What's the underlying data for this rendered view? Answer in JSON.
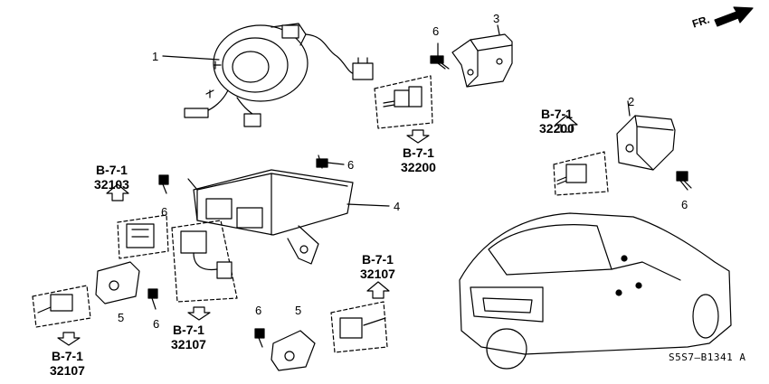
{
  "part_numbers": {
    "cable_reel": "1",
    "side_sensor_bracket": "3",
    "bolt_top": "6",
    "bolt_mid": "6",
    "bolt_left": "6",
    "srs_unit": "4",
    "front_sensor": "2",
    "bolt_right": "6",
    "sensor_left": "5",
    "bolt_bottom_left": "6",
    "bolt_bottom": "6",
    "sensor_bottom": "5"
  },
  "refs": {
    "a": {
      "page": "B-7-1",
      "code": "32103"
    },
    "b": {
      "page": "B-7-1",
      "code": "32200"
    },
    "c": {
      "page": "B-7-1",
      "code": "32200"
    },
    "d": {
      "page": "B-7-1",
      "code": "32107"
    },
    "e": {
      "page": "B-7-1",
      "code": "32107"
    },
    "f": {
      "page": "B-7-1",
      "code": "32107"
    }
  },
  "front_indicator": "FR.",
  "catalog_code": "S5S7—B1341 A"
}
